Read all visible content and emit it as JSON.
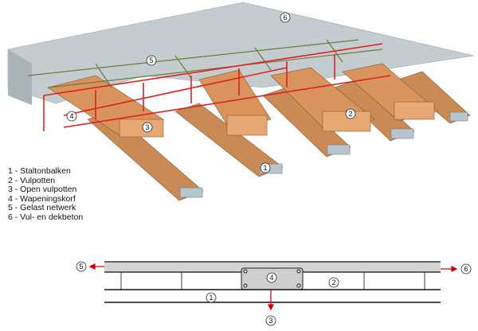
{
  "legend": [
    {
      "num": "1",
      "text": "1 - Staltonbalken"
    },
    {
      "num": "2",
      "text": "2 - Vulpotten"
    },
    {
      "num": "3",
      "text": "3 - Open vulpotten"
    },
    {
      "num": "4",
      "text": "4 - Wapeningskorf"
    },
    {
      "num": "5",
      "text": "5 - Gelast netwerk"
    },
    {
      "num": "6",
      "text": "6 - Vul- en dekbeton"
    }
  ],
  "colors": {
    "concrete": "#c4ccd0",
    "clay": "#d9935c",
    "rebar": "#e02020",
    "mesh": "#6e7a3a"
  }
}
